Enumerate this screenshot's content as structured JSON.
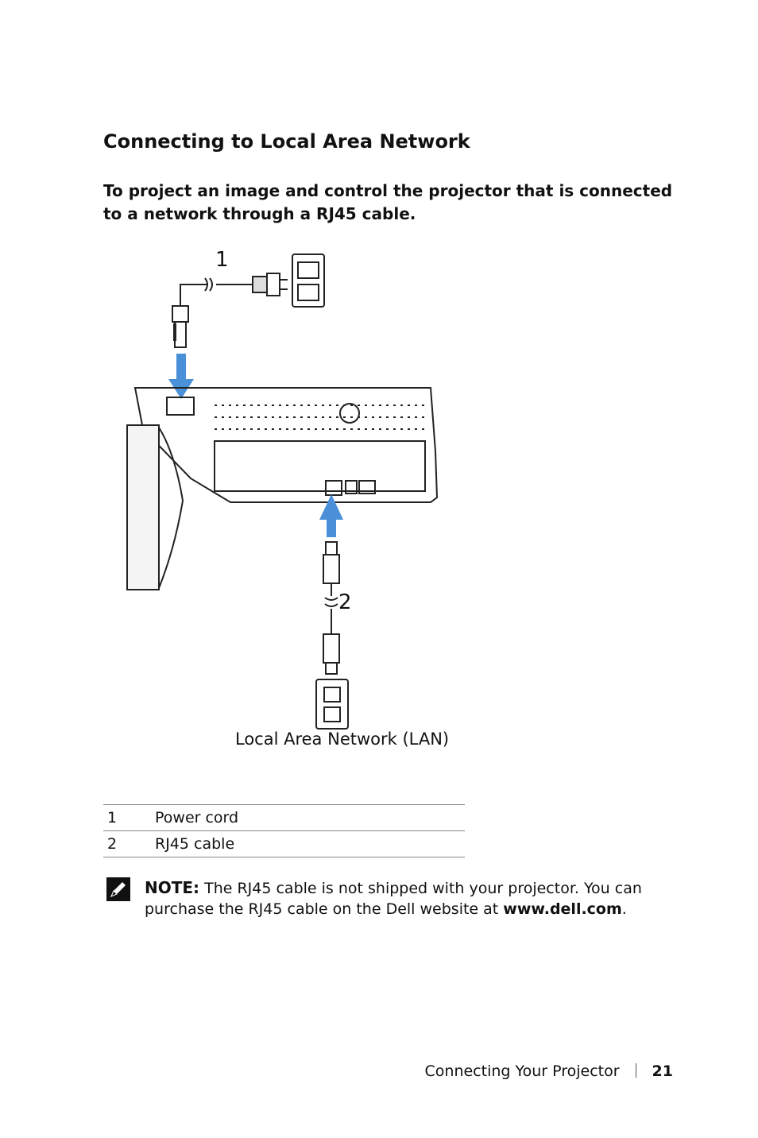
{
  "heading": "Connecting to Local Area Network",
  "subheading": "To project an image and control the projector that is connected to a network through a RJ45 cable.",
  "figure": {
    "label_1": "1",
    "label_2": "2",
    "caption": "Local Area Network (LAN)",
    "arrow_color": "#4a90d9"
  },
  "legend": [
    {
      "num": "1",
      "label": "Power cord"
    },
    {
      "num": "2",
      "label": "RJ45 cable"
    }
  ],
  "note": {
    "label": "NOTE:",
    "text_before": " The RJ45 cable is not shipped with your projector. You can purchase the RJ45 cable on the Dell website at ",
    "url": "www.dell.com",
    "text_after": "."
  },
  "footer": {
    "section": "Connecting Your Projector",
    "page": "21"
  }
}
